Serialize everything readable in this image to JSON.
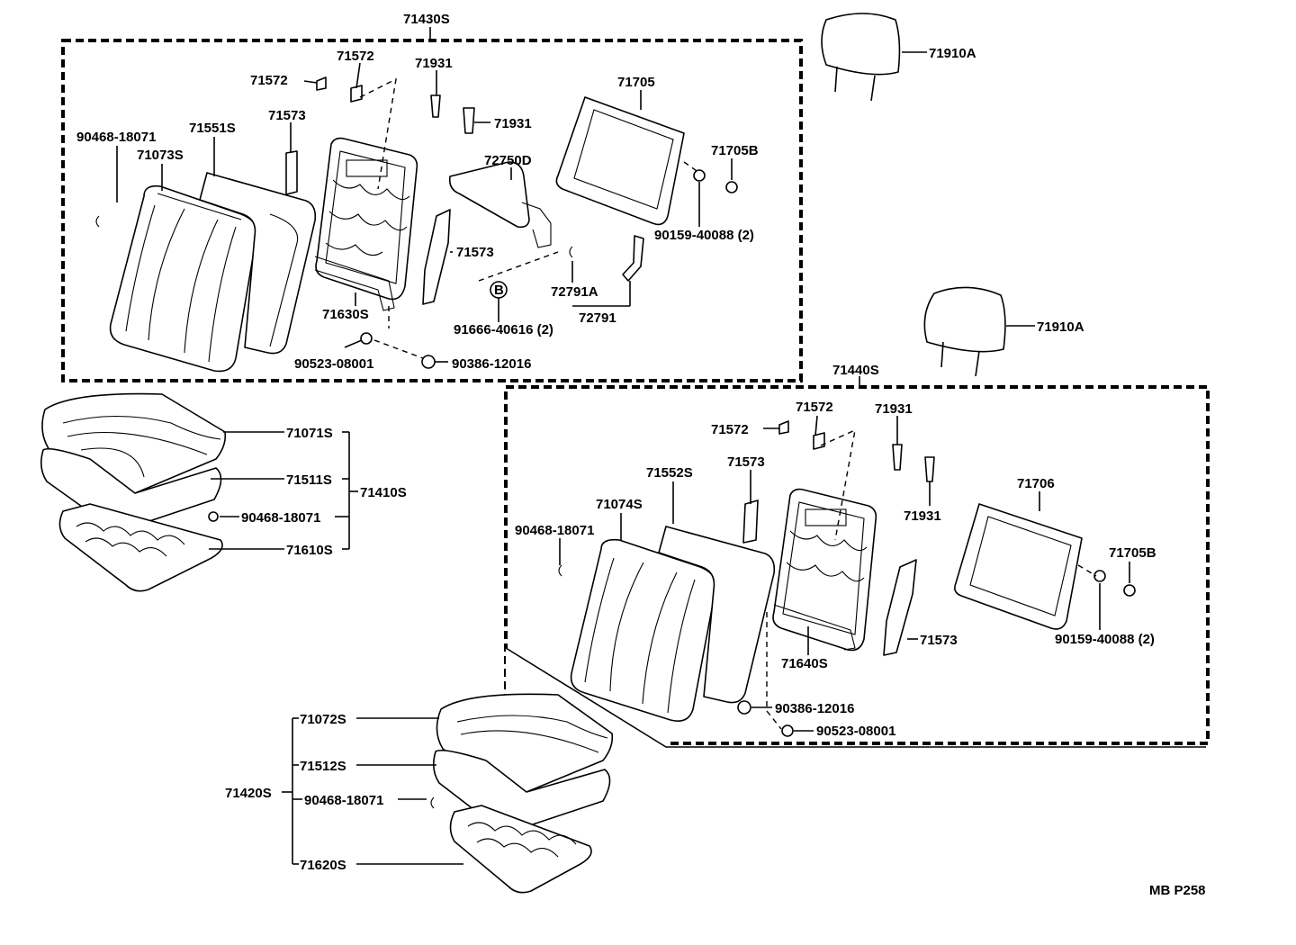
{
  "front_seatback_assembly": {
    "assembly": "71430S",
    "labels": {
      "cushion_cover": "71073S",
      "seatback_pad": "71551S",
      "clip_hog_ring": "90468-18071",
      "seatback_frame": "71630S",
      "hinge_cover_left": "71573",
      "hinge_cover_right": "71573",
      "clip_71572_a": "71572",
      "clip_71572_b": "71572",
      "headrest_support_a": "71931",
      "headrest_support_b": "71931",
      "lumbar_bar": "72750D",
      "lever": "72791A",
      "lever_assy": "72791",
      "bolt_b": "91666-40616 (2)",
      "back_board": "71705",
      "button": "71705B",
      "screw": "90159-40088 (2)",
      "nut_washer": "90523-08001",
      "nut": "90386-12016",
      "b_marker": "B"
    }
  },
  "headrest_upper": {
    "label": "71910A"
  },
  "headrest_lower": {
    "label": "71910A"
  },
  "front_cushion_assembly": {
    "assembly": "71410S",
    "labels": {
      "cover": "71071S",
      "pad": "71511S",
      "clip": "90468-18071",
      "frame": "71610S"
    }
  },
  "rear_seatback_assembly": {
    "assembly": "71440S",
    "labels": {
      "cushion_cover": "71074S",
      "seatback_pad": "71552S",
      "clip_hog_ring": "90468-18071",
      "seatback_frame": "71640S",
      "hinge_cover_left": "71573",
      "hinge_cover_right": "71573",
      "clip_71572_a": "71572",
      "clip_71572_b": "71572",
      "headrest_support_a": "71931",
      "headrest_support_b": "71931",
      "back_board": "71706",
      "button": "71705B",
      "screw": "90159-40088 (2)",
      "nut": "90386-12016",
      "nut_washer": "90523-08001"
    }
  },
  "rear_cushion_assembly": {
    "assembly": "71420S",
    "labels": {
      "cover": "71072S",
      "pad": "71512S",
      "clip": "90468-18071",
      "frame": "71620S"
    }
  },
  "page_code": "MB P258"
}
